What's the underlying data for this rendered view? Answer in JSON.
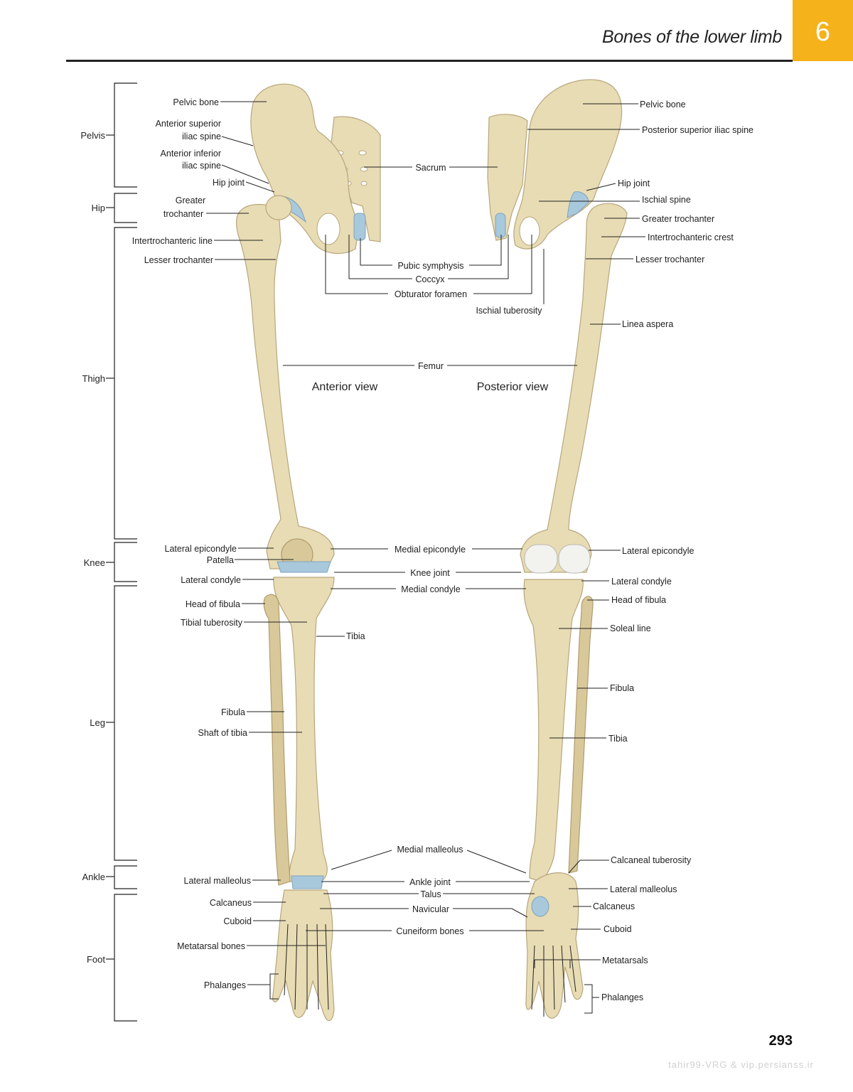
{
  "header": {
    "title": "Bones of the lower limb",
    "chapter": "6",
    "page_number": "293",
    "watermark": "tahir99-VRG & vip.persianss.ir"
  },
  "colors": {
    "accent": "#f5b21a",
    "bone": "#e8dcb4",
    "cartilage": "#a8c8dc"
  },
  "views": {
    "anterior": "Anterior view",
    "posterior": "Posterior view"
  },
  "regions": [
    "Pelvis",
    "Hip",
    "Thigh",
    "Knee",
    "Leg",
    "Ankle",
    "Foot"
  ],
  "labels_left": [
    "Pelvic bone",
    "Anterior superior",
    "iliac spine",
    "Anterior inferior",
    "iliac spine",
    "Hip joint",
    "Greater",
    "trochanter",
    "Intertrochanteric line",
    "Lesser trochanter",
    "Lateral epicondyle",
    "Patella",
    "Lateral condyle",
    "Head of fibula",
    "Tibial tuberosity",
    "Fibula",
    "Shaft of tibia",
    "Lateral malleolus",
    "Calcaneus",
    "Cuboid",
    "Metatarsal bones",
    "Phalanges"
  ],
  "labels_center": [
    "Sacrum",
    "Pubic symphysis",
    "Coccyx",
    "Obturator foramen",
    "Ischial tuberosity",
    "Femur",
    "Medial epicondyle",
    "Knee joint",
    "Medial condyle",
    "Tibia",
    "Medial malleolus",
    "Ankle joint",
    "Talus",
    "Navicular",
    "Cuneiform bones"
  ],
  "labels_right": [
    "Pelvic bone",
    "Posterior superior iliac spine",
    "Hip joint",
    "Ischial spine",
    "Greater trochanter",
    "Intertrochanteric crest",
    "Lesser trochanter",
    "Linea aspera",
    "Lateral epicondyle",
    "Lateral condyle",
    "Head of fibula",
    "Soleal line",
    "Fibula",
    "Tibia",
    "Calcaneal tuberosity",
    "Lateral malleolus",
    "Calcaneus",
    "Cuboid",
    "Metatarsals",
    "Phalanges"
  ]
}
